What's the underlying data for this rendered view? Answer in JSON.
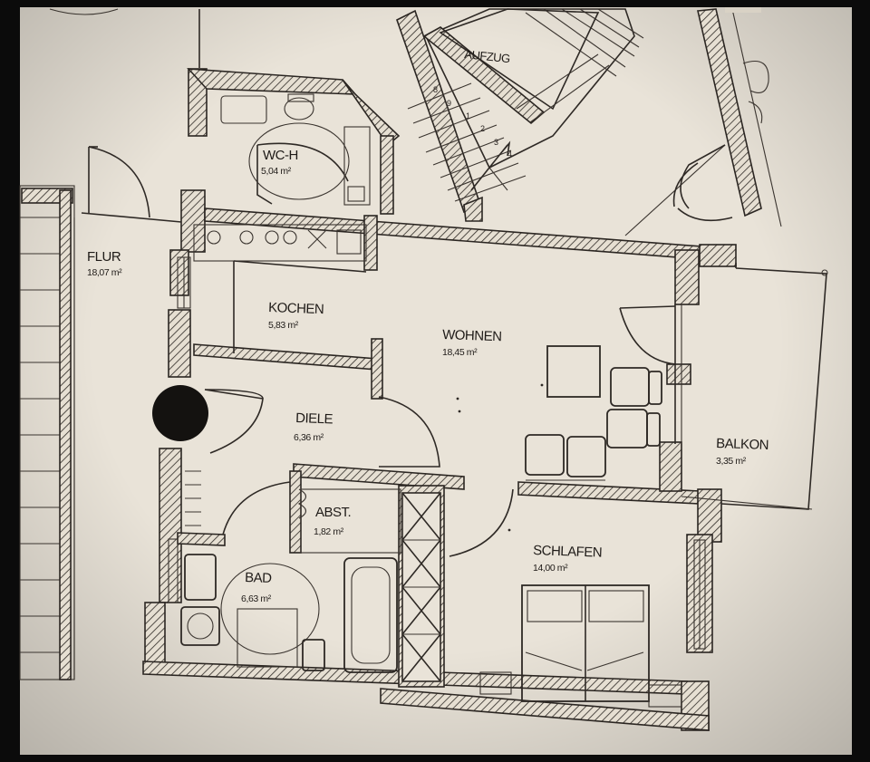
{
  "rooms": {
    "aufzug": {
      "name": "AUFZUG"
    },
    "wc": {
      "name": "WC-H",
      "area": "5,04 m²"
    },
    "flur": {
      "name": "FLUR",
      "area": "18,07 m²"
    },
    "kochen": {
      "name": "KOCHEN",
      "area": "5,83 m²"
    },
    "wohnen": {
      "name": "WOHNEN",
      "area": "18,45 m²"
    },
    "diele": {
      "name": "DIELE",
      "area": "6,36 m²"
    },
    "balkon": {
      "name": "BALKON",
      "area": "3,35 m²"
    },
    "abst": {
      "name": "ABST.",
      "area": "1,82 m²"
    },
    "schlafen": {
      "name": "SCHLAFEN",
      "area": "14,00 m²"
    },
    "bad": {
      "name": "BAD",
      "area": "6,63 m²"
    }
  },
  "stairs": {
    "step_numbers": [
      "8",
      "9",
      "1",
      "2",
      "3",
      "4"
    ]
  },
  "colors": {
    "paper": "#e9e3d8",
    "ink": "#2e2925",
    "frame": "#0b0b0b"
  }
}
